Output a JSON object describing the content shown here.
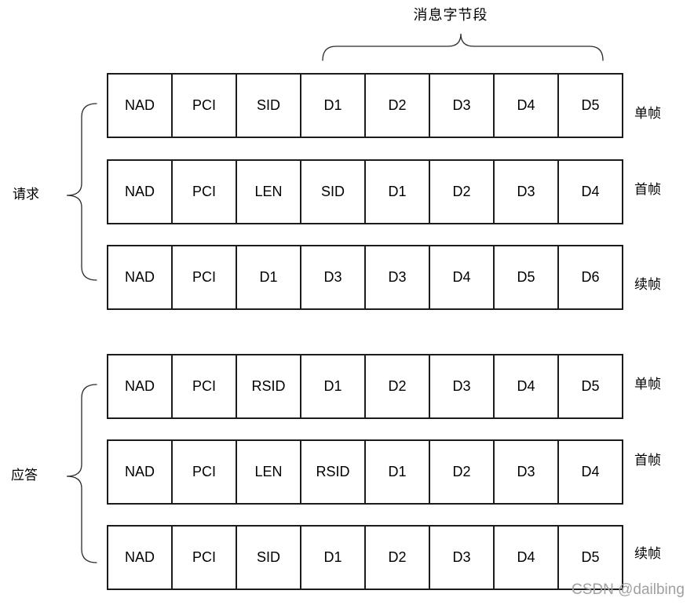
{
  "title": "消息字节段",
  "sections": [
    {
      "group_label": "请求",
      "rows": [
        {
          "frame_type": "单帧",
          "cells": [
            "NAD",
            "PCI",
            "SID",
            "D1",
            "D2",
            "D3",
            "D4",
            "D5"
          ]
        },
        {
          "frame_type": "首帧",
          "cells": [
            "NAD",
            "PCI",
            "LEN",
            "SID",
            "D1",
            "D2",
            "D3",
            "D4"
          ]
        },
        {
          "frame_type": "续帧",
          "cells": [
            "NAD",
            "PCI",
            "D1",
            "D3",
            "D3",
            "D4",
            "D5",
            "D6"
          ]
        }
      ]
    },
    {
      "group_label": "应答",
      "rows": [
        {
          "frame_type": "单帧",
          "cells": [
            "NAD",
            "PCI",
            "RSID",
            "D1",
            "D2",
            "D3",
            "D4",
            "D5"
          ]
        },
        {
          "frame_type": "首帧",
          "cells": [
            "NAD",
            "PCI",
            "LEN",
            "RSID",
            "D1",
            "D2",
            "D3",
            "D4"
          ]
        },
        {
          "frame_type": "续帧",
          "cells": [
            "NAD",
            "PCI",
            "SID",
            "D1",
            "D2",
            "D3",
            "D4",
            "D5"
          ]
        }
      ]
    }
  ],
  "watermark": "CSDN @dailbing",
  "colors": {
    "line": "#1c1c1c",
    "text": "#000000",
    "watermark": "#a0a0a0"
  }
}
